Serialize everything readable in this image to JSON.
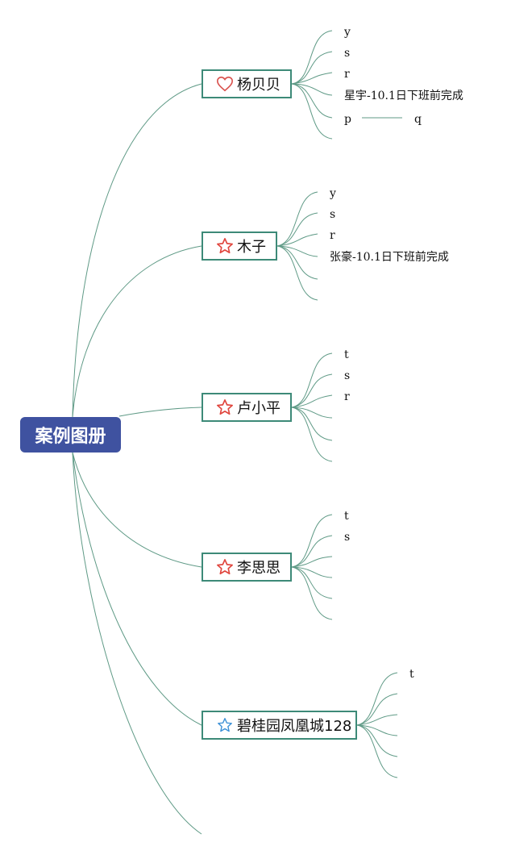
{
  "root": {
    "title": "案例图册"
  },
  "branches": [
    {
      "id": "b1",
      "label": "杨贝贝",
      "icon": "heart-icon",
      "icon_color": "#d9534f",
      "children": [
        "y",
        "s",
        "r",
        "星宇-10.1日下班前完成",
        "p",
        ""
      ],
      "subchild": "q"
    },
    {
      "id": "b2",
      "label": "木子",
      "icon": "star-icon",
      "icon_color": "#e0463e",
      "children": [
        "y",
        "s",
        "r",
        "张豪-10.1日下班前完成",
        "",
        ""
      ]
    },
    {
      "id": "b3",
      "label": "卢小平",
      "icon": "star-icon",
      "icon_color": "#e0463e",
      "children": [
        "t",
        "s",
        "r",
        "",
        "",
        ""
      ]
    },
    {
      "id": "b4",
      "label": "李思思",
      "icon": "star-icon",
      "icon_color": "#e0463e",
      "children": [
        "t",
        "s",
        "",
        "",
        "",
        ""
      ]
    },
    {
      "id": "b5",
      "label": "碧桂园凤凰城128",
      "icon": "star-outline-icon",
      "icon_color": "#3a8fd6",
      "children": [
        "t",
        "",
        "",
        "",
        "",
        ""
      ]
    }
  ],
  "colors": {
    "root_fill": "#3f52a0",
    "connector": "#5f9a86",
    "node_border": "#3d8a78"
  }
}
